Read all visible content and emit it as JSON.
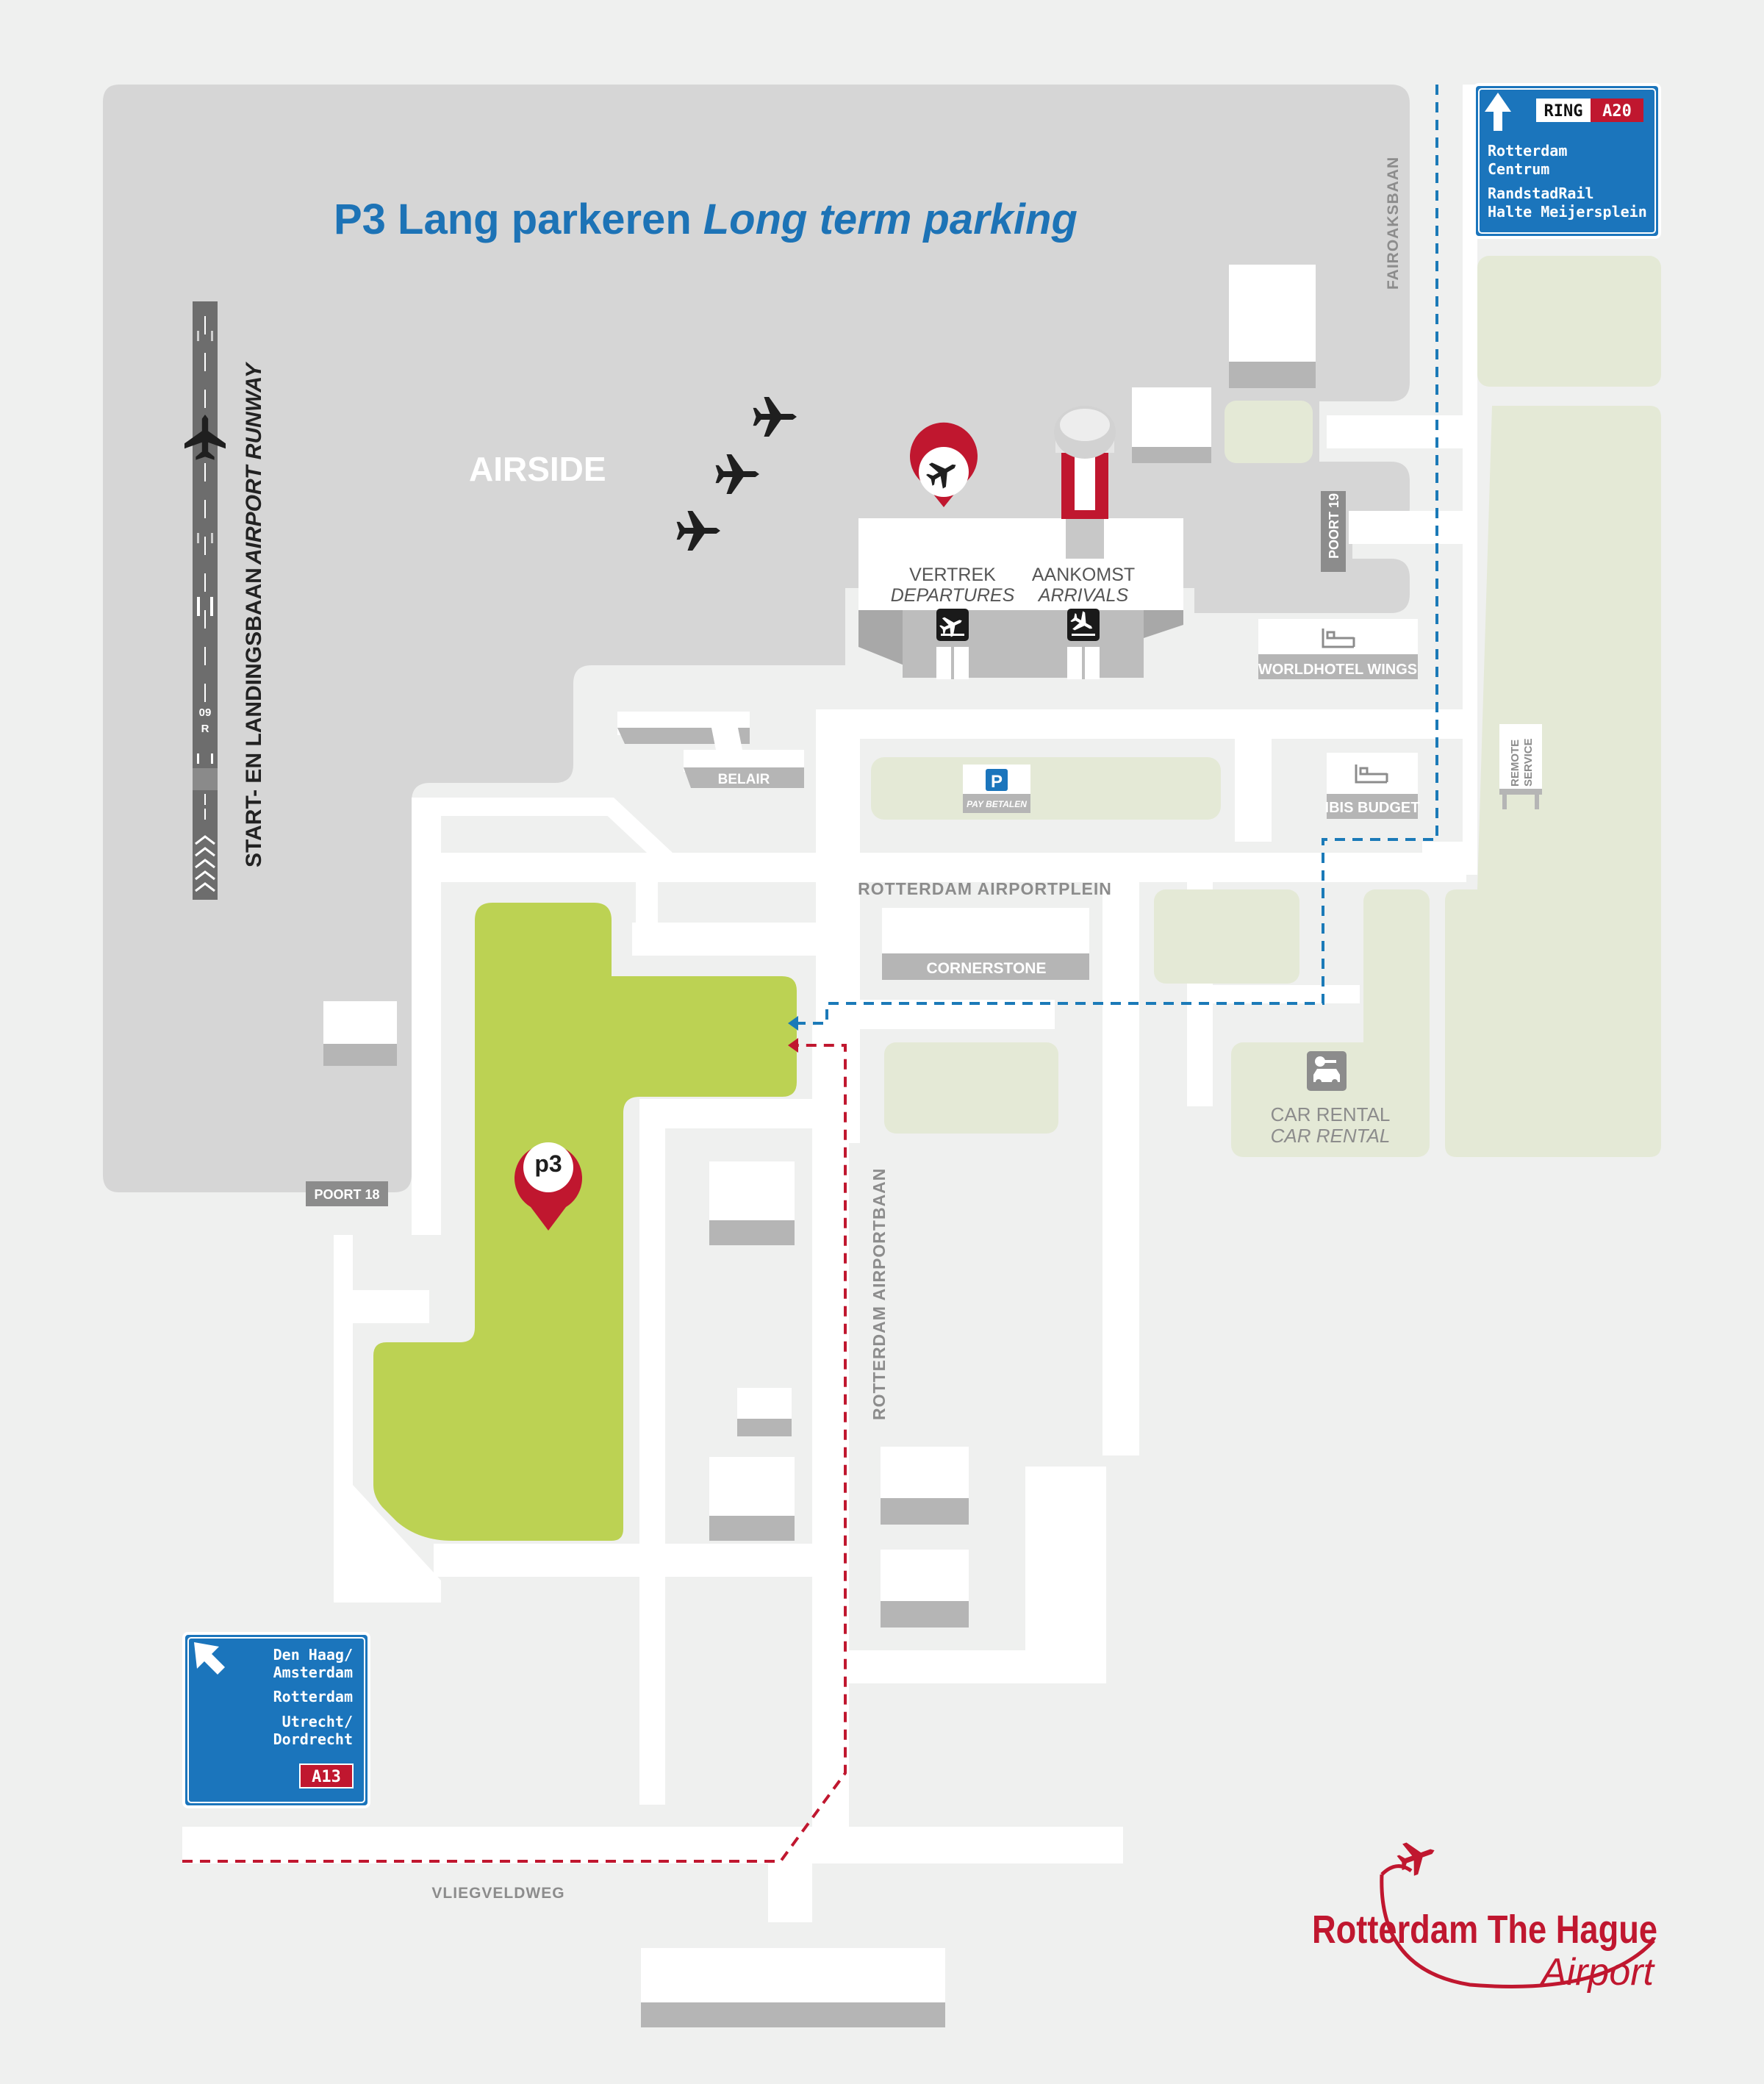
{
  "title": {
    "dutch": "P3 Lang parkeren",
    "english": "Long term parking"
  },
  "areas": {
    "airside": "AIRSIDE",
    "runway_nl": "START- EN LANDINGSBAAN",
    "runway_en": "AIRPORT RUNWAY",
    "runway_marking": "09",
    "runway_marking_side": "R"
  },
  "terminal": {
    "departures_nl": "VERTREK",
    "departures_en": "DEPARTURES",
    "arrivals_nl": "AANKOMST",
    "arrivals_en": "ARRIVALS"
  },
  "streets": {
    "fairoaksbaan": "FAIROAKSBAAN",
    "poort19": "POORT 19",
    "poort18": "POORT 18",
    "airportplein": "ROTTERDAM AIRPORTPLEIN",
    "airportbaan": "ROTTERDAM AIRPORTBAAN",
    "vliegveldweg": "VLIEGVELDWEG"
  },
  "buildings": {
    "worldhotel": "WORLDHOTEL WINGS",
    "ibis": "IBIS BUDGET",
    "belair": "BELAIR",
    "cornerstone": "CORNERSTONE",
    "remote_service_line1": "REMOTE",
    "remote_service_line2": "SERVICE",
    "car_rental_nl": "CAR RENTAL",
    "car_rental_en": "CAR RENTAL",
    "pay_letter": "P",
    "pay_label": "PAY BETALEN"
  },
  "markers": {
    "p3": "p3"
  },
  "signs": {
    "top_right": {
      "ring": "RING",
      "road": "A20",
      "line1": "Rotterdam",
      "line2": "Centrum",
      "line3": "RandstadRail",
      "line4": "Halte Meijersplein"
    },
    "bottom_left": {
      "line1": "Den Haag/",
      "line2": "Amsterdam",
      "line3": "Rotterdam",
      "line4": "Utrecht/",
      "line5": "Dordrecht",
      "road": "A13"
    }
  },
  "logo": {
    "line1": "Rotterdam The Hague",
    "line2": "Airport"
  },
  "colors": {
    "background": "#eff0ef",
    "airside": "#d6d6d6",
    "road": "#ffffff",
    "parking_green": "#bcd253",
    "pale_green": "#e4e9d6",
    "sign_blue": "#1b75bc",
    "route_blue": "#1b7ab8",
    "route_red": "#c0172f",
    "brand_red": "#c0172f",
    "title_blue": "#1d73b6",
    "label_gray": "#8c8c8c"
  }
}
